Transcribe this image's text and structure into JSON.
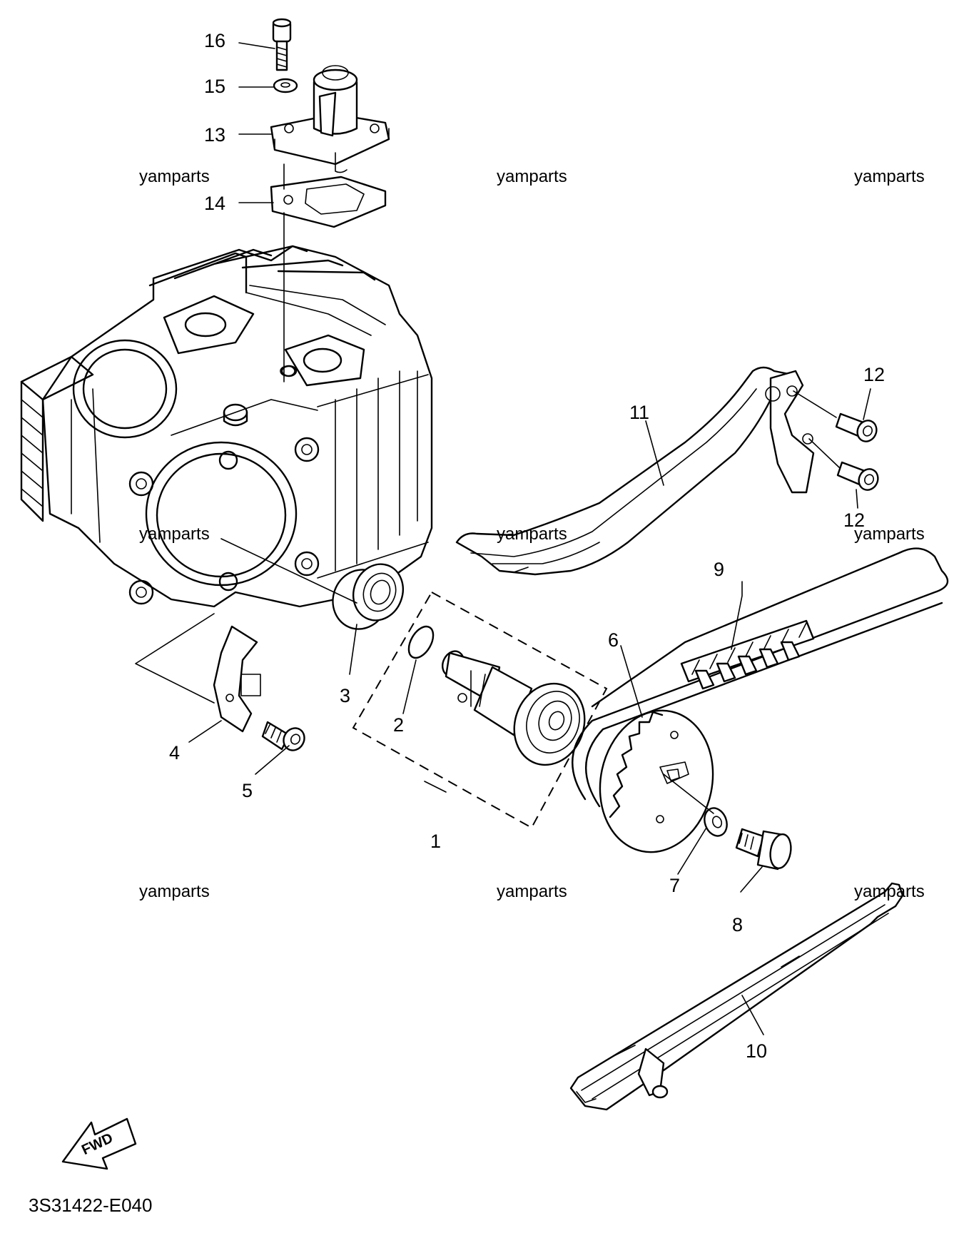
{
  "diagram": {
    "code": "3S31422-E040",
    "fwd_label": "FWD",
    "watermark": "yamparts",
    "parts": [
      {
        "id": "p1",
        "label": "1"
      },
      {
        "id": "p2",
        "label": "2"
      },
      {
        "id": "p3",
        "label": "3"
      },
      {
        "id": "p4",
        "label": "4"
      },
      {
        "id": "p5",
        "label": "5"
      },
      {
        "id": "p6",
        "label": "6"
      },
      {
        "id": "p7",
        "label": "7"
      },
      {
        "id": "p8",
        "label": "8"
      },
      {
        "id": "p9",
        "label": "9"
      },
      {
        "id": "p10",
        "label": "10"
      },
      {
        "id": "p11",
        "label": "11"
      },
      {
        "id": "p12a",
        "label": "12"
      },
      {
        "id": "p12b",
        "label": "12"
      },
      {
        "id": "p13",
        "label": "13"
      },
      {
        "id": "p14",
        "label": "14"
      },
      {
        "id": "p15",
        "label": "15"
      },
      {
        "id": "p16",
        "label": "16"
      }
    ]
  }
}
